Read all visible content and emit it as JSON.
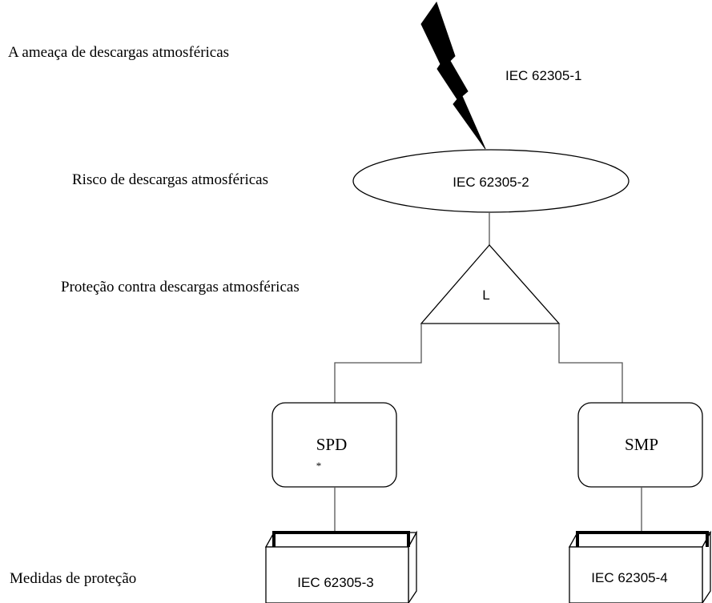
{
  "labels": {
    "threat": "A ameaça de descargas atmosféricas",
    "risk": "Risco de descargas atmosféricas",
    "protection": "Proteção contra descargas atmosféricas",
    "measures": "Medidas de proteção"
  },
  "nodes": {
    "threat_std": "IEC 62305-1",
    "risk_std": "IEC 62305-2",
    "triangle": "L",
    "left_box": "SPD",
    "left_box_mark": "*",
    "right_box": "SMP",
    "left_std": "IEC 62305-3",
    "right_std": "IEC 62305-4"
  }
}
